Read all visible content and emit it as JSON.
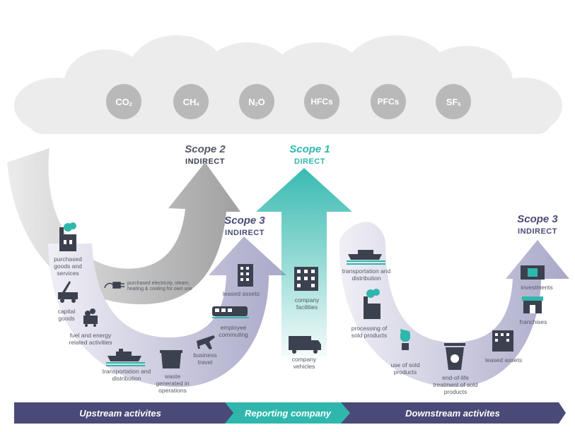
{
  "gases": [
    {
      "main": "CO",
      "sub": "2"
    },
    {
      "main": "CH",
      "sub": "4"
    },
    {
      "main": "N",
      "sub": "2",
      "tail": "O"
    },
    {
      "main": "HFCs",
      "sub": ""
    },
    {
      "main": "PFCs",
      "sub": ""
    },
    {
      "main": "SF",
      "sub": "6"
    }
  ],
  "scopes": {
    "scope2": {
      "title": "Scope 2",
      "sub": "INDIRECT"
    },
    "scope1": {
      "title": "Scope 1",
      "sub": "DIRECT"
    },
    "scope3_up": {
      "title": "Scope 3",
      "sub": "INDIRECT"
    },
    "scope3_down": {
      "title": "Scope 3",
      "sub": "INDIRECT"
    }
  },
  "upstream": {
    "purchased_goods": "purchased goods and services",
    "capital_goods": "capital goods",
    "fuel_energy": "fuel and energy related activities",
    "transport": "transportation and distribution",
    "waste": "waste generated in operations",
    "business_travel": "business travel",
    "employee_commuting": "employee commuting",
    "leased_assets": "leased assets"
  },
  "scope2_item": "purchased electricity, steam, heating & cooling for own use",
  "company": {
    "facilities": "company facilities",
    "vehicles": "company vehicles"
  },
  "downstream": {
    "transport": "transportation and distribution",
    "processing": "processing of sold products",
    "use": "use of sold products",
    "end_of_life": "end-of-life treatment of sold products",
    "leased_assets": "leased assets",
    "franchises": "franchises",
    "investments": "investments"
  },
  "bar": {
    "upstream": "Upstream activites",
    "reporting": "Reporting company",
    "downstream": "Downstream activites"
  },
  "colors": {
    "cloud": "#ececec",
    "gas": "#b9b9b9",
    "scope1": "#2fb7ad",
    "scope2": "#a9a9a9",
    "scope3": "#b4b3cf",
    "scope3_text": "#4a4a78",
    "bar": "#4a4a78",
    "bar_mid": "#2fb7ad",
    "icon": "#3c4150",
    "icon_teal": "#2fb7ad"
  }
}
